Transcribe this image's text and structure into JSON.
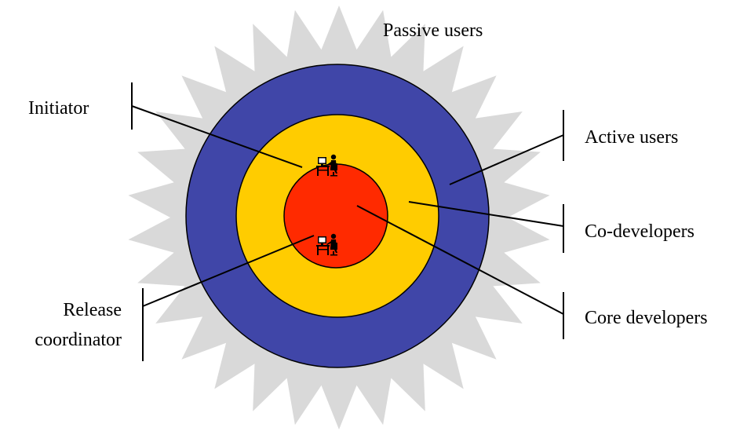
{
  "colors": {
    "starburst": "#d9d9d9",
    "active_users_ring": "#4046a8",
    "co_developers_ring": "#ffcc00",
    "core_developers_circle": "#ff2a00",
    "lines": "#000000",
    "background": "#ffffff"
  },
  "layers": [
    {
      "key": "passive_users",
      "label": "Passive users"
    },
    {
      "key": "active_users",
      "label": "Active users"
    },
    {
      "key": "co_developers",
      "label": "Co-developers"
    },
    {
      "key": "core_developers",
      "label": "Core developers"
    }
  ],
  "roles": [
    {
      "key": "initiator",
      "label": "Initiator",
      "icon": "person-at-computer-icon"
    },
    {
      "key": "release_coordinator",
      "label_lines": [
        "Release",
        "coordinator"
      ],
      "icon": "person-at-computer-icon"
    }
  ]
}
